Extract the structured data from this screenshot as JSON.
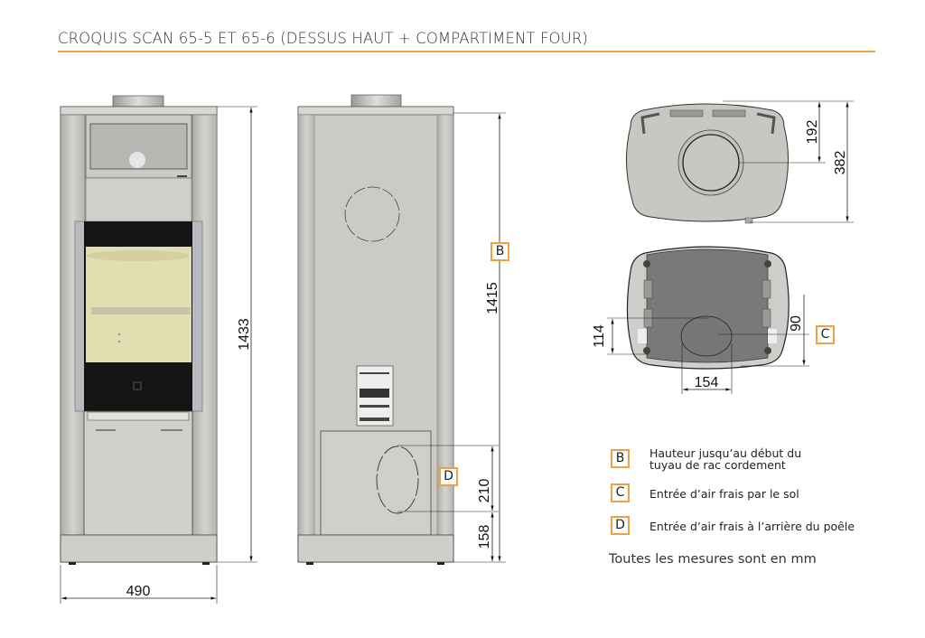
{
  "title": "CROQUIS SCAN 65-5 ET 65-6  (DESSUS HAUT + COMPARTIMENT FOUR)",
  "colors": {
    "accent": "#f0a040",
    "body": "#c9c8c3",
    "firebox": "#e2dcb0"
  },
  "dimensions": {
    "front_height": "1433",
    "front_width": "490",
    "side_flue_height": "1415",
    "side_rear_inlet_height": "210",
    "side_base_height": "158",
    "top_flue_offset": "192",
    "top_depth": "382",
    "bottom_inlet_offset_left": "114",
    "bottom_inlet_offset_right": "90",
    "bottom_inlet_width": "154"
  },
  "markers": {
    "b": "B",
    "c": "C",
    "d": "D"
  },
  "legend": [
    {
      "key": "B",
      "line1": "Hauteur jusqu’au début du",
      "line2": "tuyau de rac cordement"
    },
    {
      "key": "C",
      "line1": "Entrée d’air frais par le sol"
    },
    {
      "key": "D",
      "line1": "Entrée d’air frais à l’arrière du poêle"
    }
  ],
  "note": "Toutes les mesures sont en mm"
}
